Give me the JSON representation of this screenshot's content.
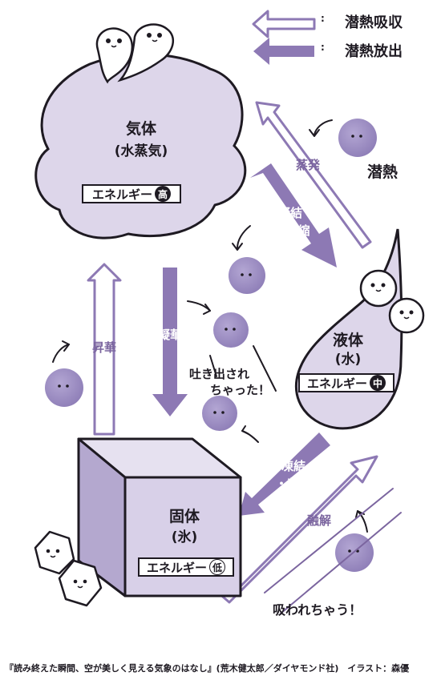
{
  "legend": {
    "absorb_label": "潜熱吸収",
    "release_label": "潜熱放出",
    "separator": ":"
  },
  "states": {
    "gas": {
      "title": "気体",
      "subtitle": "(水蒸気)",
      "energy_label": "エネルギー",
      "energy_level": "高"
    },
    "liquid": {
      "title": "液体",
      "subtitle": "(水)",
      "energy_label": "エネルギー",
      "energy_level": "中"
    },
    "solid": {
      "title": "固体",
      "subtitle": "(氷)",
      "energy_label": "エネルギー",
      "energy_level": "低"
    }
  },
  "transitions": {
    "evaporation": "蒸発",
    "condensation_line1": "凝結",
    "condensation_line2": "・凝縮",
    "deposition": "凝華",
    "sublimation": "昇華",
    "freezing_line1": "凍結",
    "freezing_line2": "・凝固",
    "melting": "融解"
  },
  "annotations": {
    "latent_heat": "潜熱",
    "spit_out_line1": "吐き出され",
    "spit_out_line2": "ちゃった！",
    "absorbed": "吸われちゃう！"
  },
  "credit": "『読み終えた瞬間、空が美しく見える気象のはなし』(荒木健太郎／ダイヤモンド社)　イラスト：森優",
  "colors": {
    "light_fill": "#ddd6ea",
    "mid_fill": "#9d8ec0",
    "arrow_fill": "#8d79b4",
    "outline": "#1e1a22"
  }
}
